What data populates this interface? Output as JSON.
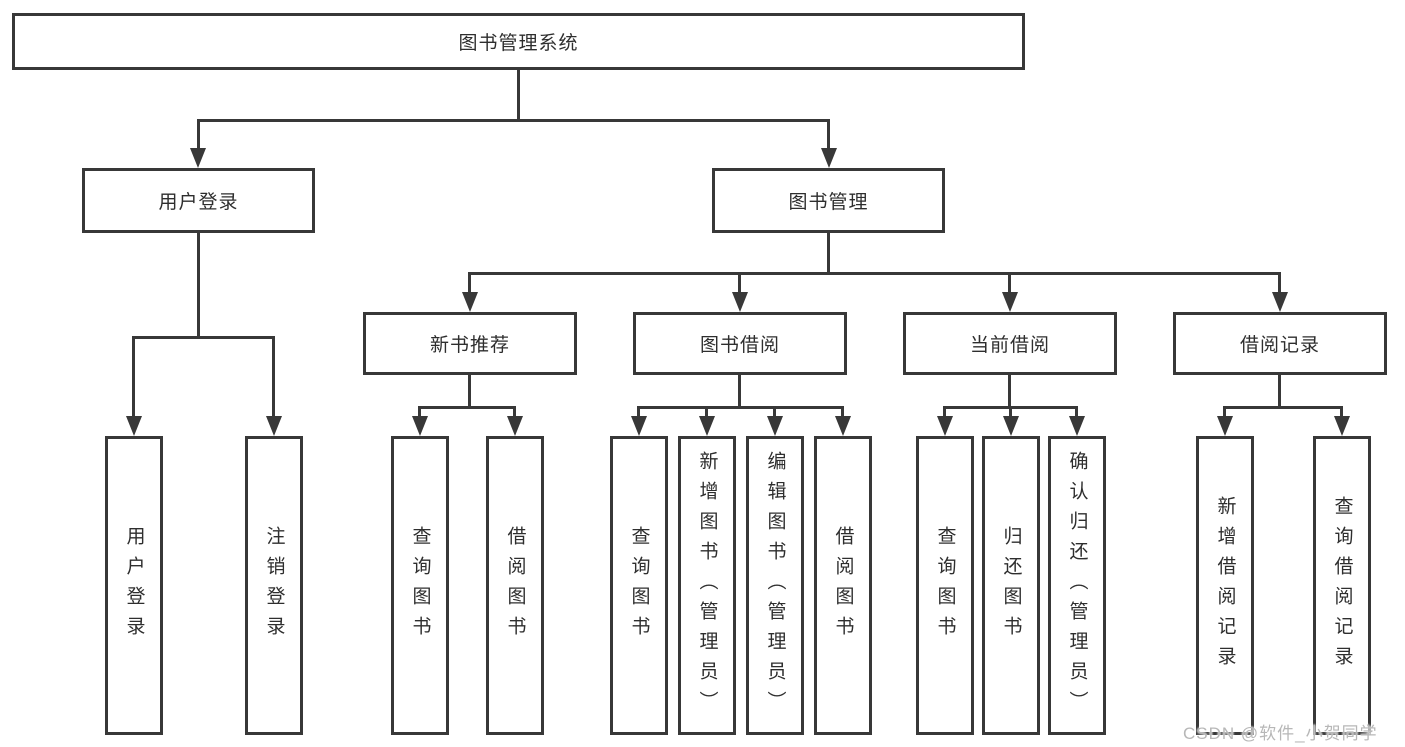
{
  "diagram": {
    "root": {
      "label": "图书管理系统"
    },
    "level2": [
      {
        "label": "用户登录"
      },
      {
        "label": "图书管理"
      }
    ],
    "level3": [
      {
        "label": "新书推荐"
      },
      {
        "label": "图书借阅"
      },
      {
        "label": "当前借阅"
      },
      {
        "label": "借阅记录"
      }
    ],
    "leaves": {
      "user": [
        "用户登录",
        "注销登录"
      ],
      "newbook": [
        "查询图书",
        "借阅图书"
      ],
      "borrow": [
        "查询图书",
        "新增图书（管理员）",
        "编辑图书（管理员）",
        "借阅图书"
      ],
      "current": [
        "查询图书",
        "归还图书",
        "确认归还（管理员）"
      ],
      "records": [
        "新增借阅记录",
        "查询借阅记录"
      ]
    },
    "watermark": "CSDN @软件_小贺同学",
    "colors": {
      "line": "#383838",
      "text": "#2e2e2e",
      "watermark": "#b7b7b7"
    }
  }
}
